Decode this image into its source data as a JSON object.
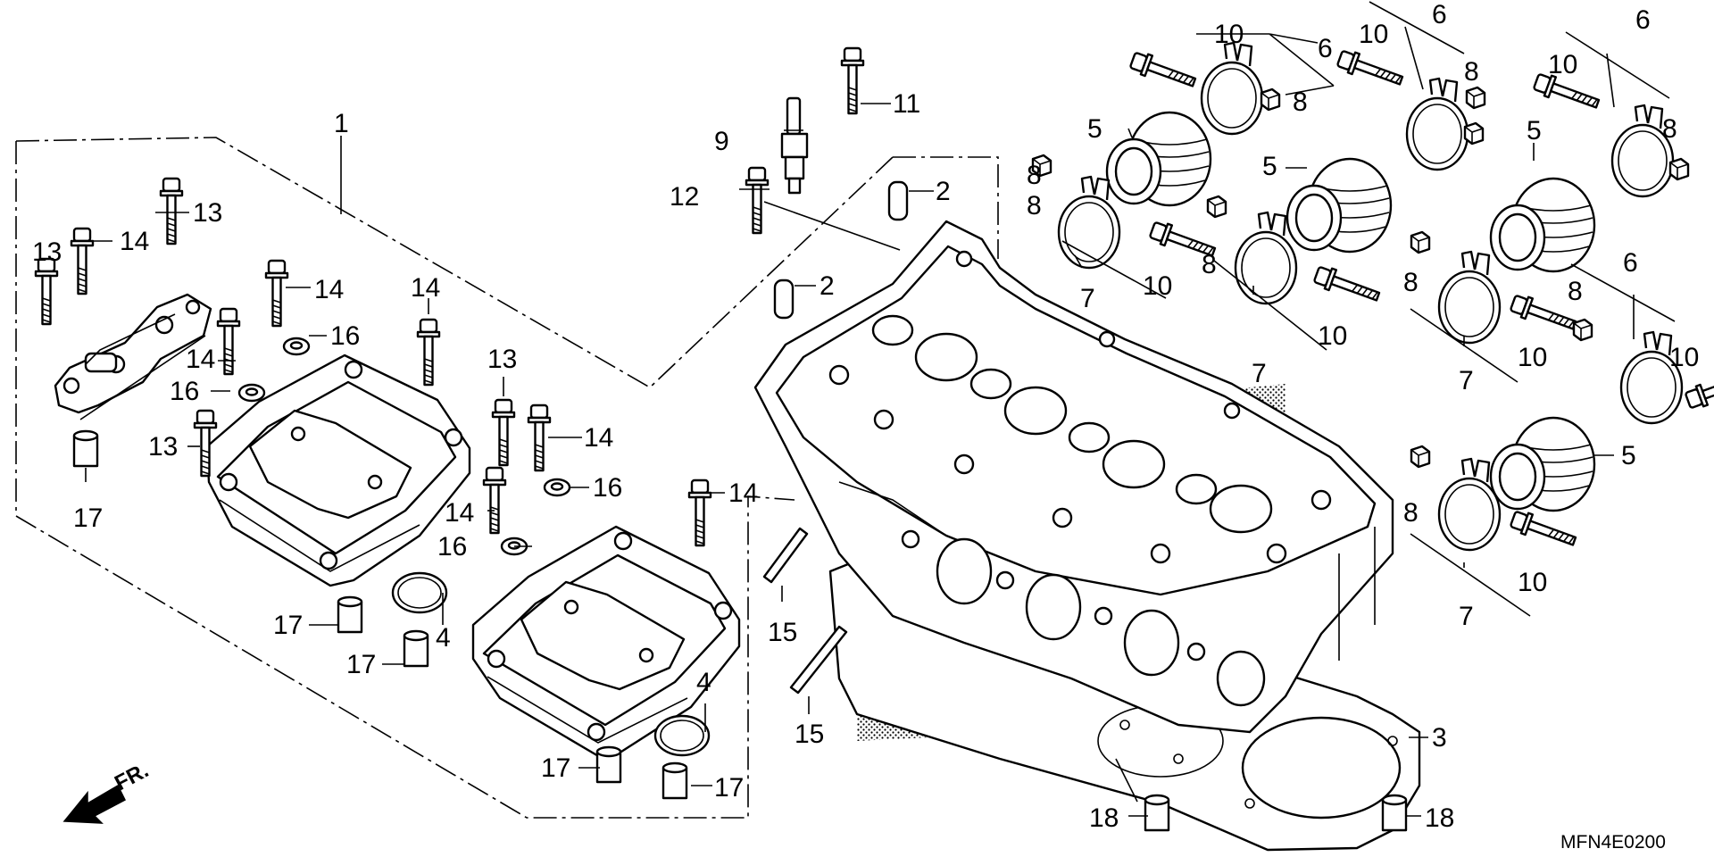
{
  "diagram": {
    "code": "MFN4E0200",
    "front_label": "FR.",
    "callouts": [
      {
        "id": "c-1",
        "text": "1"
      },
      {
        "id": "c-2a",
        "text": "2"
      },
      {
        "id": "c-2b",
        "text": "2"
      },
      {
        "id": "c-3",
        "text": "3"
      },
      {
        "id": "c-4a",
        "text": "4"
      },
      {
        "id": "c-4b",
        "text": "4"
      },
      {
        "id": "c-5a",
        "text": "5"
      },
      {
        "id": "c-5b",
        "text": "5"
      },
      {
        "id": "c-5c",
        "text": "5"
      },
      {
        "id": "c-5d",
        "text": "5"
      },
      {
        "id": "c-6a",
        "text": "6"
      },
      {
        "id": "c-6b",
        "text": "6"
      },
      {
        "id": "c-6c",
        "text": "6"
      },
      {
        "id": "c-6d",
        "text": "6"
      },
      {
        "id": "c-7a",
        "text": "7"
      },
      {
        "id": "c-7b",
        "text": "7"
      },
      {
        "id": "c-7c",
        "text": "7"
      },
      {
        "id": "c-7d",
        "text": "7"
      },
      {
        "id": "c-8a",
        "text": "8"
      },
      {
        "id": "c-8b",
        "text": "8"
      },
      {
        "id": "c-8c",
        "text": "8"
      },
      {
        "id": "c-8d",
        "text": "8"
      },
      {
        "id": "c-8e",
        "text": "8"
      },
      {
        "id": "c-8f",
        "text": "8"
      },
      {
        "id": "c-8g",
        "text": "8"
      },
      {
        "id": "c-8h",
        "text": "8"
      },
      {
        "id": "c-8i",
        "text": "8"
      },
      {
        "id": "c-9",
        "text": "9"
      },
      {
        "id": "c-10a",
        "text": "10"
      },
      {
        "id": "c-10b",
        "text": "10"
      },
      {
        "id": "c-10c",
        "text": "10"
      },
      {
        "id": "c-10d",
        "text": "10"
      },
      {
        "id": "c-10e",
        "text": "10"
      },
      {
        "id": "c-10f",
        "text": "10"
      },
      {
        "id": "c-10g",
        "text": "10"
      },
      {
        "id": "c-10h",
        "text": "10"
      },
      {
        "id": "c-11",
        "text": "11"
      },
      {
        "id": "c-12",
        "text": "12"
      },
      {
        "id": "c-13a",
        "text": "13"
      },
      {
        "id": "c-13b",
        "text": "13"
      },
      {
        "id": "c-13c",
        "text": "13"
      },
      {
        "id": "c-13d",
        "text": "13"
      },
      {
        "id": "c-14a",
        "text": "14"
      },
      {
        "id": "c-14b",
        "text": "14"
      },
      {
        "id": "c-14c",
        "text": "14"
      },
      {
        "id": "c-14d",
        "text": "14"
      },
      {
        "id": "c-14e",
        "text": "14"
      },
      {
        "id": "c-14f",
        "text": "14"
      },
      {
        "id": "c-14g",
        "text": "14"
      },
      {
        "id": "c-15a",
        "text": "15"
      },
      {
        "id": "c-15b",
        "text": "15"
      },
      {
        "id": "c-16a",
        "text": "16"
      },
      {
        "id": "c-16b",
        "text": "16"
      },
      {
        "id": "c-16c",
        "text": "16"
      },
      {
        "id": "c-16d",
        "text": "16"
      },
      {
        "id": "c-17a",
        "text": "17"
      },
      {
        "id": "c-17b",
        "text": "17"
      },
      {
        "id": "c-17c",
        "text": "17"
      },
      {
        "id": "c-17d",
        "text": "17"
      },
      {
        "id": "c-17e",
        "text": "17"
      },
      {
        "id": "c-18a",
        "text": "18"
      },
      {
        "id": "c-18b",
        "text": "18"
      }
    ]
  }
}
